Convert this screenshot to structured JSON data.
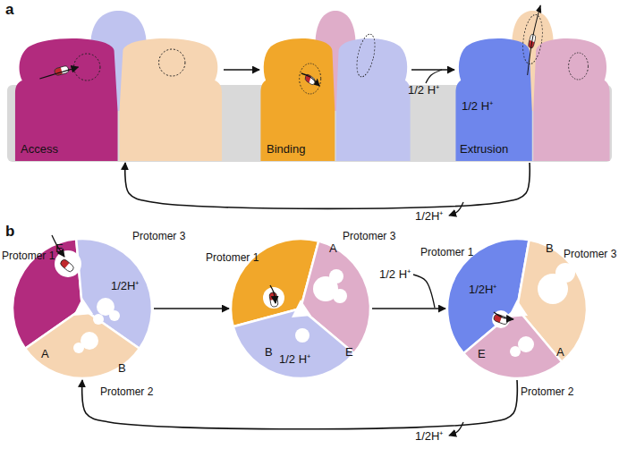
{
  "diagram": {
    "nodes": [
      {
        "text": [
          "Access"
        ]
      },
      {
        "text": [
          "Binding"
        ]
      },
      {
        "text": [
          "1/2 H⁺",
          "Extrusion"
        ]
      },
      {
        "text": [
          "E",
          "1/2H⁺",
          "A",
          "B"
        ]
      },
      {
        "text": [
          "A",
          "B",
          "E",
          "1/2 H⁺"
        ]
      },
      {
        "text": [
          "B",
          "1/2H⁺",
          "E",
          "A"
        ]
      }
    ],
    "edges": [
      {
        "from": 0,
        "to": 1,
        "arrow": "to"
      },
      {
        "from": 1,
        "to": 2,
        "label": "1/2 H⁺",
        "arrow": "to"
      },
      {
        "from": 2,
        "to": 0,
        "label": "1/2H⁺",
        "arrow": "to"
      },
      {
        "from": 3,
        "to": 4,
        "arrow": "to"
      },
      {
        "from": 4,
        "to": 5,
        "label": "1/2 H⁺",
        "arrow": "to"
      },
      {
        "from": 5,
        "to": 3,
        "label": "1/2H⁺",
        "arrow": "to"
      }
    ],
    "labels": [
      "a",
      "b",
      "Protomer 1",
      "Protomer 3",
      "Protomer 2",
      "Protomer 1",
      "Protomer 3",
      "Protomer 1",
      "Protomer 3",
      "Protomer 2"
    ]
  }
}
